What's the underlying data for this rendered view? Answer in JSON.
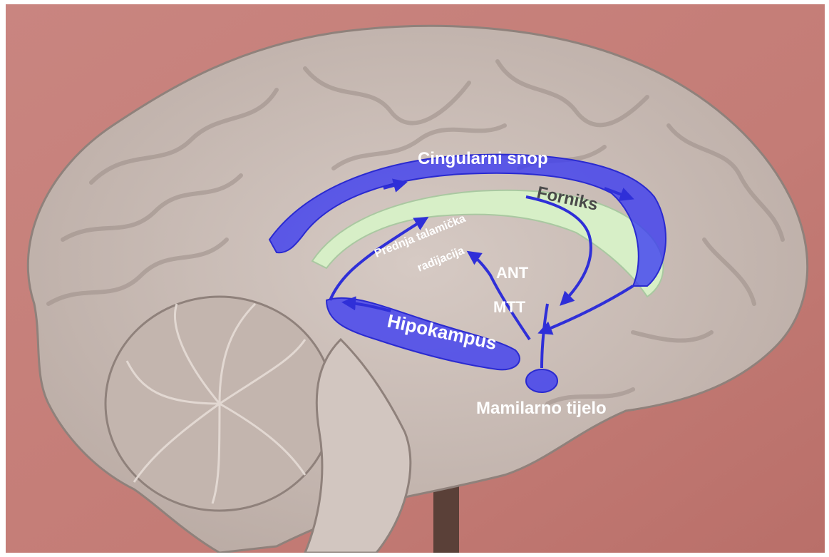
{
  "labels": {
    "cingular": "Cingularni snop",
    "fornix": "Forniks",
    "thalamic_line1": "Prednja talamička",
    "thalamic_line2": "radijacija",
    "ant": "ANT",
    "mtt": "MTT",
    "hippocampus": "Hipokampus",
    "mammillary": "Mamilarno tijelo"
  },
  "colors": {
    "background": "#c98580",
    "brain": "#cbbdb6",
    "pathway": "#3a3af2",
    "fornix": "#d8f2c8",
    "label_light": "#ffffff",
    "label_dark": "#4a4a4a"
  }
}
